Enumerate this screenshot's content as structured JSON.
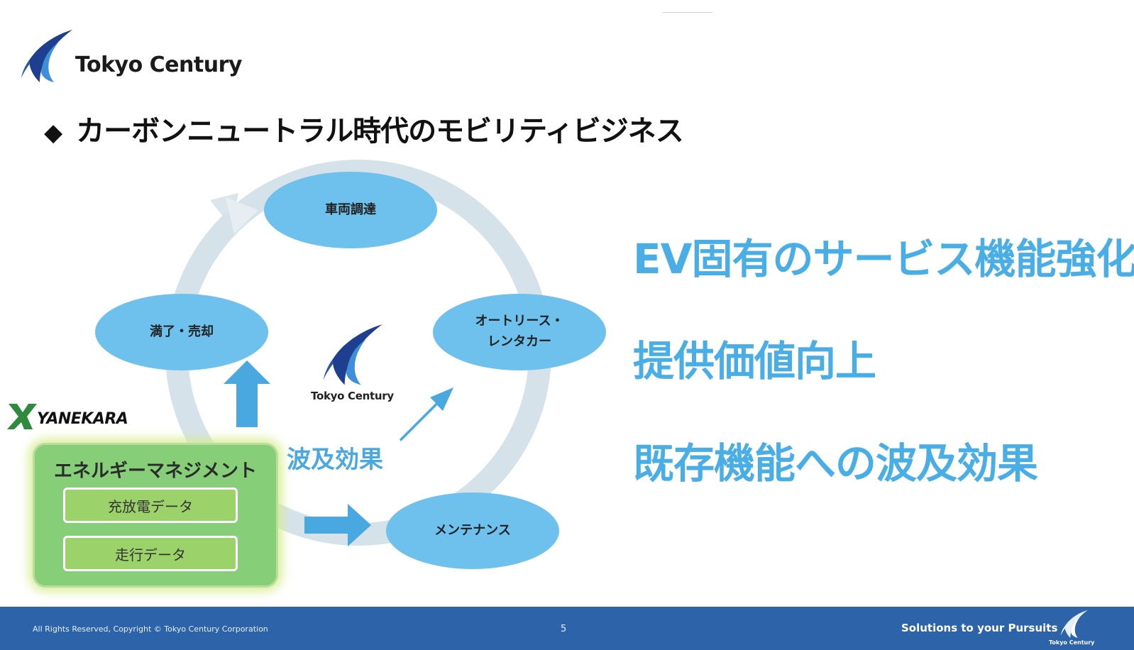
{
  "brand": {
    "name": "Tokyo Century",
    "footer_logo_name": "Tokyo Century"
  },
  "title": {
    "bullet": "◆",
    "text": "カーボンニュートラル時代のモビリティビジネス"
  },
  "cycle": {
    "top": "車両調達",
    "right_line1": "オートリース・",
    "right_line2": "レンタカー",
    "bottom": "メンテナンス",
    "left": "満了・売却",
    "center_logo_text": "Tokyo Century",
    "ripple_label": "波及効果"
  },
  "yanekara": {
    "logo_text": "YANEKARA"
  },
  "energy": {
    "title": "エネルギーマネジメント",
    "items": [
      "充放電データ",
      "走行データ"
    ]
  },
  "points": [
    "EV固有のサービス機能強化",
    "提供価値向上",
    "既存機能への波及効果"
  ],
  "footer": {
    "copyright": "All Rights Reserved, Copyright © Tokyo Century Corporation",
    "page_number": "5",
    "slogan": "Solutions to your Pursuits"
  },
  "colors": {
    "accent_blue": "#4aaee6",
    "ellipse": "#6ec1ec",
    "arrow": "#4aa8e0",
    "ring": "#d6e2ea",
    "energy_green": "#86cf78",
    "footer_bg": "#2d63a8",
    "logo_dark": "#1e3f8f",
    "logo_light": "#3f8fd8",
    "yanekara_green": "#2f8a3e"
  }
}
